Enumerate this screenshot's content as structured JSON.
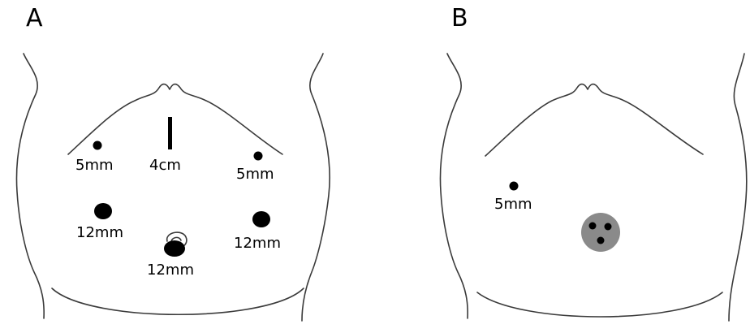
{
  "panels": {
    "a": {
      "letter": "A",
      "ports": {
        "upper_left": "5mm",
        "upper_mid": "4cm",
        "upper_right": "5mm",
        "mid_left": "12mm",
        "umbilical": "12mm",
        "mid_right": "12mm"
      }
    },
    "b": {
      "letter": "B",
      "ports": {
        "left": "5mm"
      }
    }
  },
  "colors": {
    "outline": "#3a3a3a",
    "port": "#000000",
    "multiport_disc": "#8a8a8a"
  }
}
